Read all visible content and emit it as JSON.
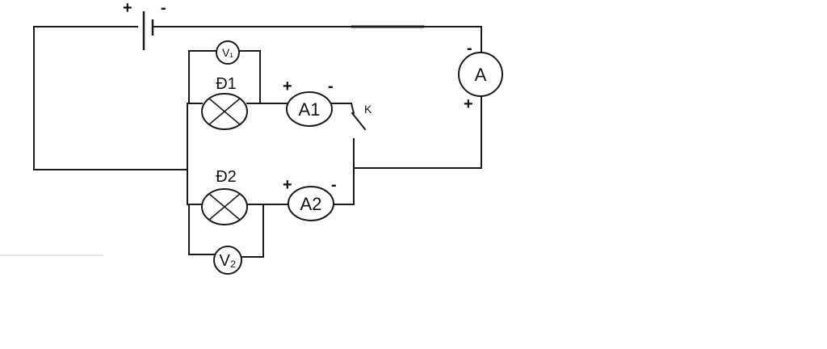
{
  "battery": {
    "plus": "+",
    "minus": "-"
  },
  "meters": {
    "main_ammeter": {
      "label": "A",
      "minus": "-",
      "plus": "+"
    },
    "ammeter_1": {
      "label": "A1",
      "plus": "+",
      "minus": "-"
    },
    "ammeter_2": {
      "label": "A2",
      "plus": "+",
      "minus": "-"
    },
    "voltmeter_1": {
      "label": "V₁"
    },
    "voltmeter_2": {
      "label": "V₂"
    }
  },
  "lamps": {
    "lamp_1": {
      "label": "Đ1"
    },
    "lamp_2": {
      "label": "Đ2"
    }
  },
  "switch": {
    "label": "K"
  }
}
